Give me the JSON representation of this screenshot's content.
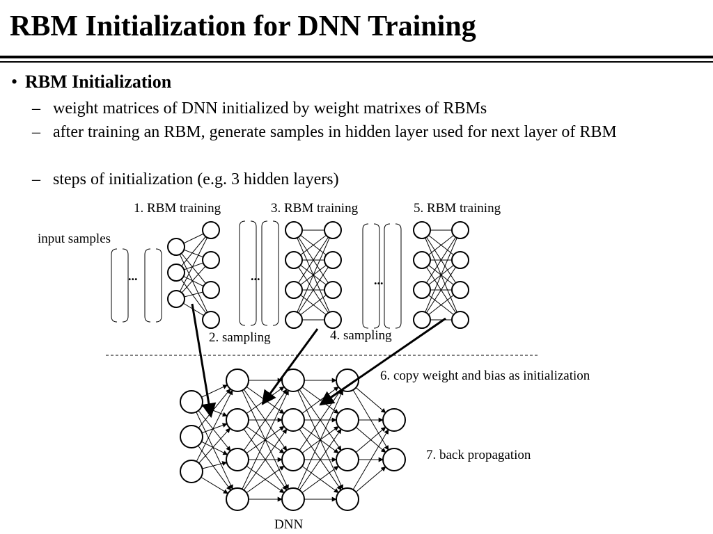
{
  "slide": {
    "title": "RBM Initialization for DNN Training",
    "bullet": "RBM Initialization",
    "subbullets": [
      "weight matrices of DNN initialized by weight matrixes of RBMs",
      "after training an RBM, generate samples in hidden layer used for next layer of RBM",
      "steps of initialization (e.g. 3 hidden layers)"
    ],
    "bullet_glyph": "•",
    "dash_glyph": "–"
  },
  "diagram": {
    "labels": {
      "input_samples": "input samples",
      "step1": "1. RBM training",
      "step2": "2. sampling",
      "step3": "3. RBM training",
      "step4": "4. sampling",
      "step5": "5. RBM training",
      "step6": "6. copy weight and bias as initialization",
      "step7": "7. back propagation",
      "dnn": "DNN",
      "ellipsis": "..."
    }
  }
}
